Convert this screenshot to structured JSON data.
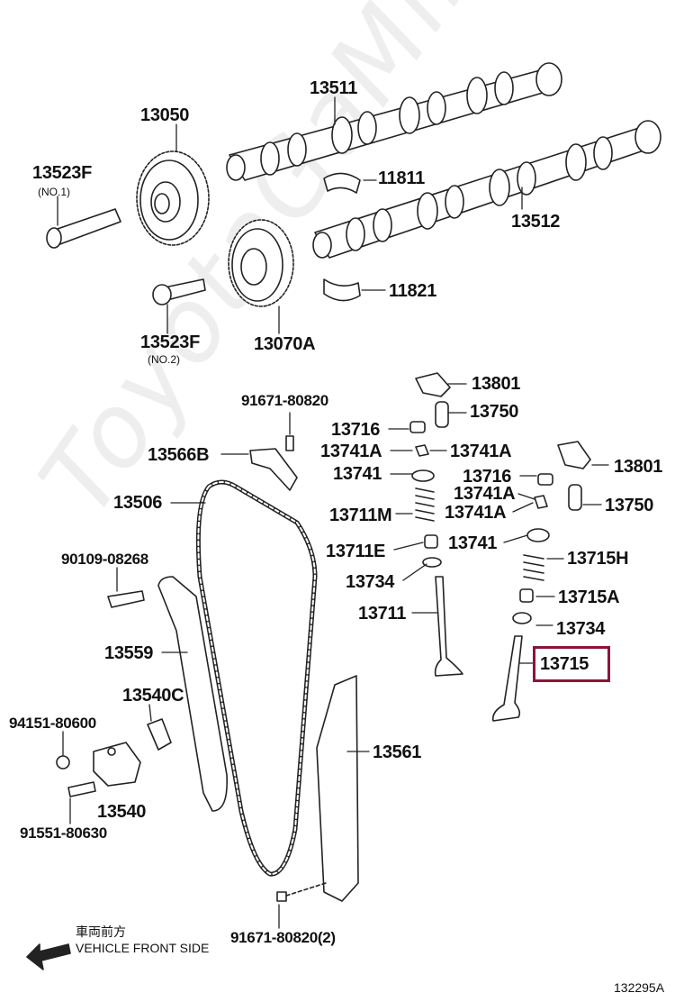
{
  "watermark": "ToyotaGaMine.ru",
  "highlight_color": "#8a1538",
  "parts": {
    "p13511": "13511",
    "p13050": "13050",
    "p13523F_1": "13523F",
    "p13523F_1_note": "(NO.1)",
    "p11811": "11811",
    "p13512": "13512",
    "p11821": "11821",
    "p13523F_2": "13523F",
    "p13523F_2_note": "(NO.2)",
    "p13070A": "13070A",
    "p91671_80820": "91671-80820",
    "p13801_a": "13801",
    "p13750_a": "13750",
    "p13716_a": "13716",
    "p13741A_a": "13741A",
    "p13741A_b": "13741A",
    "p13566B": "13566B",
    "p13801_b": "13801",
    "p13741_a": "13741",
    "p13716_b": "13716",
    "p13506": "13506",
    "p13741A_c": "13741A",
    "p13750_b": "13750",
    "p13711M": "13711M",
    "p13741A_d": "13741A",
    "p13741_b": "13741",
    "p13711E": "13711E",
    "p13715H": "13715H",
    "p90109_08268": "90109-08268",
    "p13734_a": "13734",
    "p13715A": "13715A",
    "p13711": "13711",
    "p13734_b": "13734",
    "p13559": "13559",
    "p13715": "13715",
    "p13540C": "13540C",
    "p94151_80600": "94151-80600",
    "p13561": "13561",
    "p13540": "13540",
    "p91551_80630": "91551-80630",
    "p91671_80820_2": "91671-80820(2)"
  },
  "front_label_jp": "車両前方",
  "front_label_en": "VEHICLE FRONT SIDE",
  "diagram_code": "132295A"
}
